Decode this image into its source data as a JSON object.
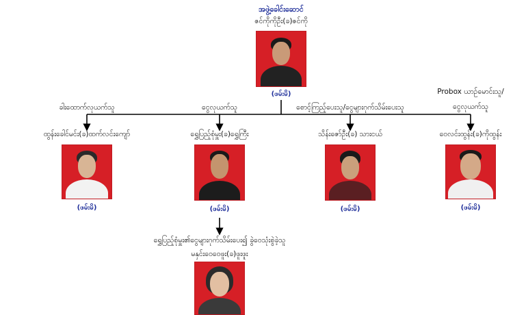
{
  "leader": {
    "title": "အဖွဲ့ခေါင်းဆောင်",
    "name": "ဇင်ကိုကိုဦး(ခ)ဇင်ကို",
    "status": "(ဖမ်းမိ)"
  },
  "branches": [
    {
      "role": "ခါးထောက်လုယက်သူ",
      "name": "ထွန်းခေါင်မင်း(ခ)ထက်လင်းကျော်",
      "status": "(ဖမ်းမိ)"
    },
    {
      "role": "ငွေလုယက်သူ",
      "name": "ရွှေပြည့်စုံမှူး(ခ)ရွှေကြီး",
      "status": "(ဖမ်းမိ)"
    },
    {
      "role": "စောင့်ကြည့်ပေးသူ/ငွေများဂုက်သိမ်းပေးသူ",
      "name": "သိန်းဇော်ဦး(ခ) သားငယ်",
      "status": "(ဖမ်းမိ)"
    },
    {
      "role_line1": "Probox ယာဉ်မောင်းသူ/",
      "role_line2": "ငွေလုယက်သူ",
      "name": "ဝေလင်းထွန်း(ခ)ကိုထွန်း",
      "status": "(ဖမ်းမိ)"
    }
  ],
  "sub": {
    "role": "ရွှေပြည့်စုံမှူး၏ငွေများဂုက်သိမ်းပေး၍ ခွဲဝေသုံးစွဲခဲ့သူ",
    "name": "မနှင်းဝေဝေဖူး(ခ)ဖူးဖူး"
  },
  "colors": {
    "accent": "#1f2f9a",
    "photo_bg": "#d61f26",
    "line": "#000000"
  }
}
